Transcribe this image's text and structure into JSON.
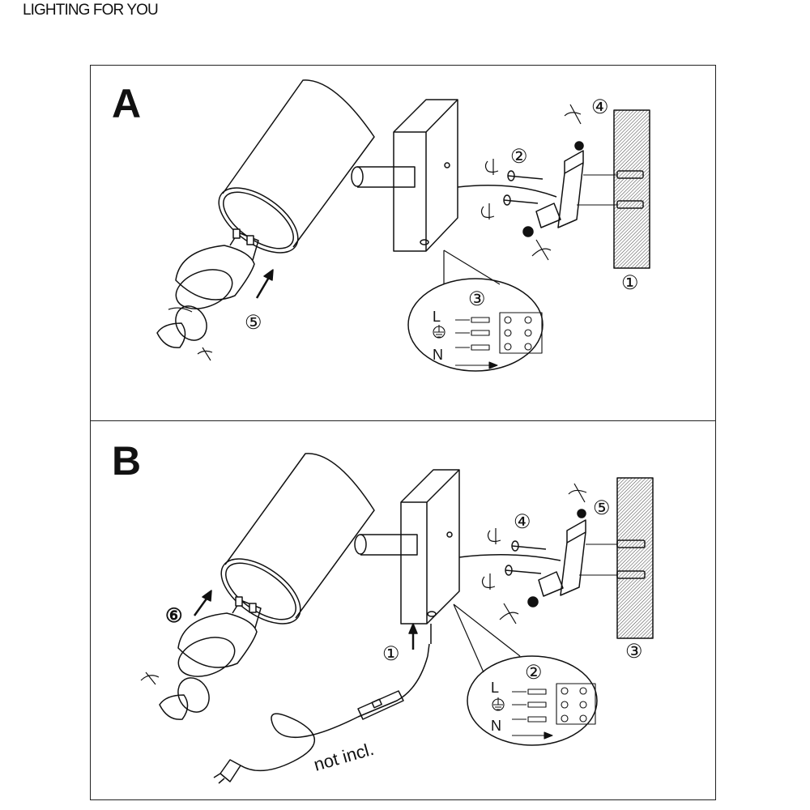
{
  "header": {
    "brand": "LIGHTING FOR YOU"
  },
  "panel_a": {
    "letter": "A",
    "steps": [
      "①",
      "②",
      "③",
      "④",
      "⑤"
    ],
    "wiring": {
      "live": "L",
      "neutral": "N"
    }
  },
  "panel_b": {
    "letter": "B",
    "steps": [
      "①",
      "②",
      "③",
      "④",
      "⑤",
      "⑥"
    ],
    "wiring": {
      "live": "L",
      "neutral": "N"
    },
    "note": "not incl."
  },
  "icons": [
    "ground-icon",
    "rotate-arrow-icon",
    "screw-icon",
    "wall-plug-icon",
    "gu10-bulb-icon",
    "suction-tool-icon",
    "power-plug-icon"
  ]
}
